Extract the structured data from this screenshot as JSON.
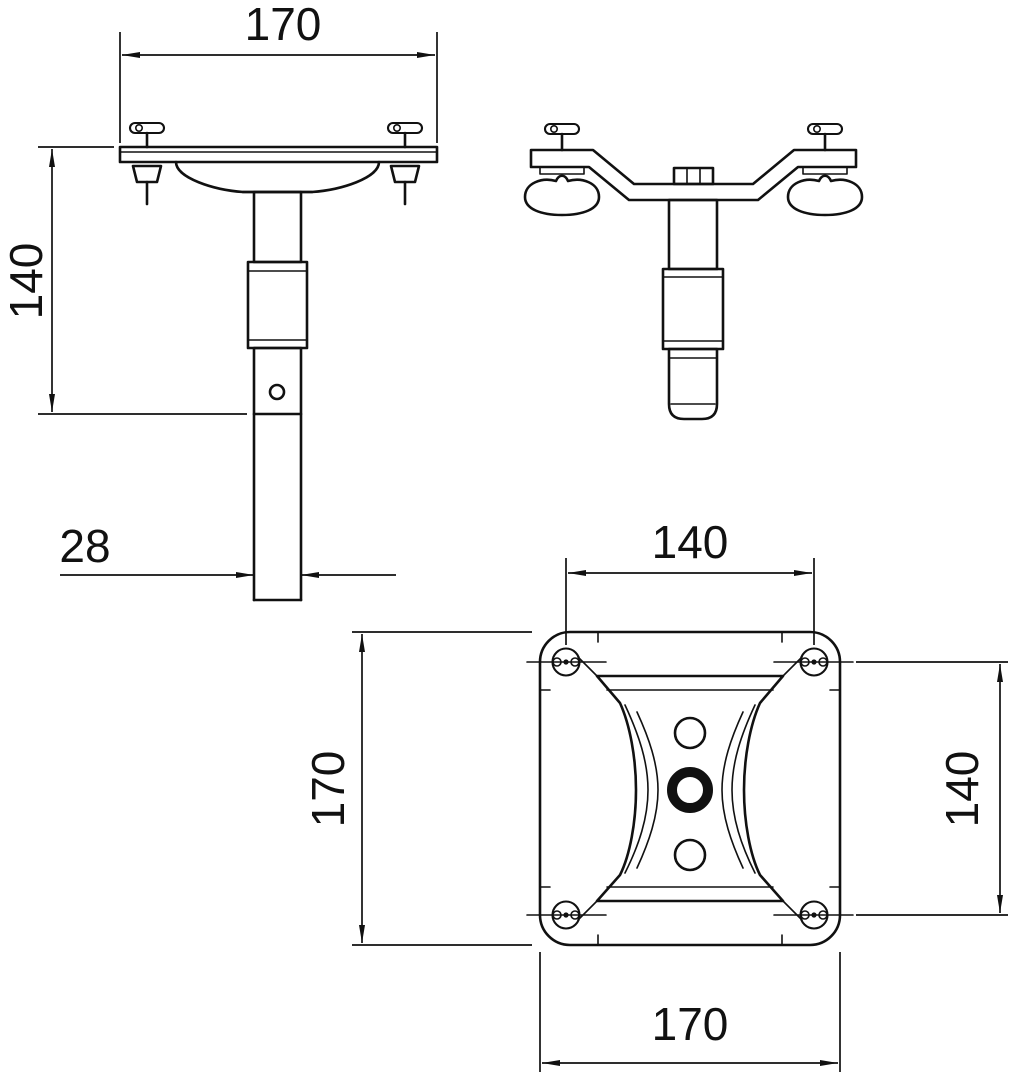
{
  "drawing": {
    "type": "technical-drawing",
    "background_color": "#ffffff",
    "line_color": "#111111",
    "front_view": {
      "dim_flange_width": "170",
      "dim_overall_height": "140",
      "dim_tube_diameter": "28"
    },
    "plan_view": {
      "dim_hole_spacing_horizontal": "140",
      "dim_plate_height": "170",
      "dim_hole_spacing_vertical": "140",
      "dim_plate_width": "170"
    }
  }
}
